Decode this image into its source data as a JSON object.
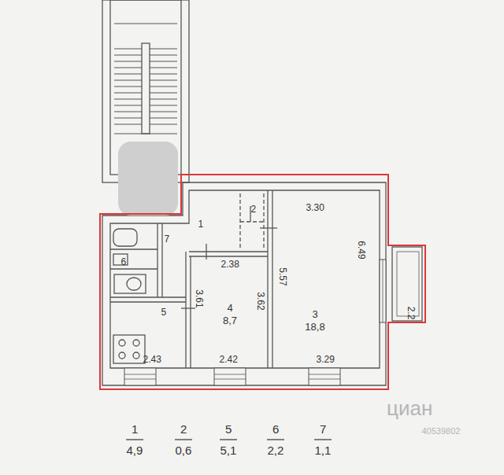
{
  "diagram": {
    "nodes": [
      {
        "text": [
          "4",
          "8,7"
        ]
      },
      {
        "text": [
          "3",
          "18,8"
        ]
      }
    ],
    "labels": [
      "1",
      "2",
      "7",
      "6",
      "5",
      "3.30",
      "6.49",
      "2.38",
      "5.57",
      "3.62",
      "3.61",
      "2.2",
      "2.43",
      "2.42",
      "3.29",
      "1",
      "4,9",
      "2",
      "0,6",
      "5",
      "5,1",
      "6",
      "2,2",
      "7",
      "1,1",
      "циан",
      "40539802"
    ]
  }
}
